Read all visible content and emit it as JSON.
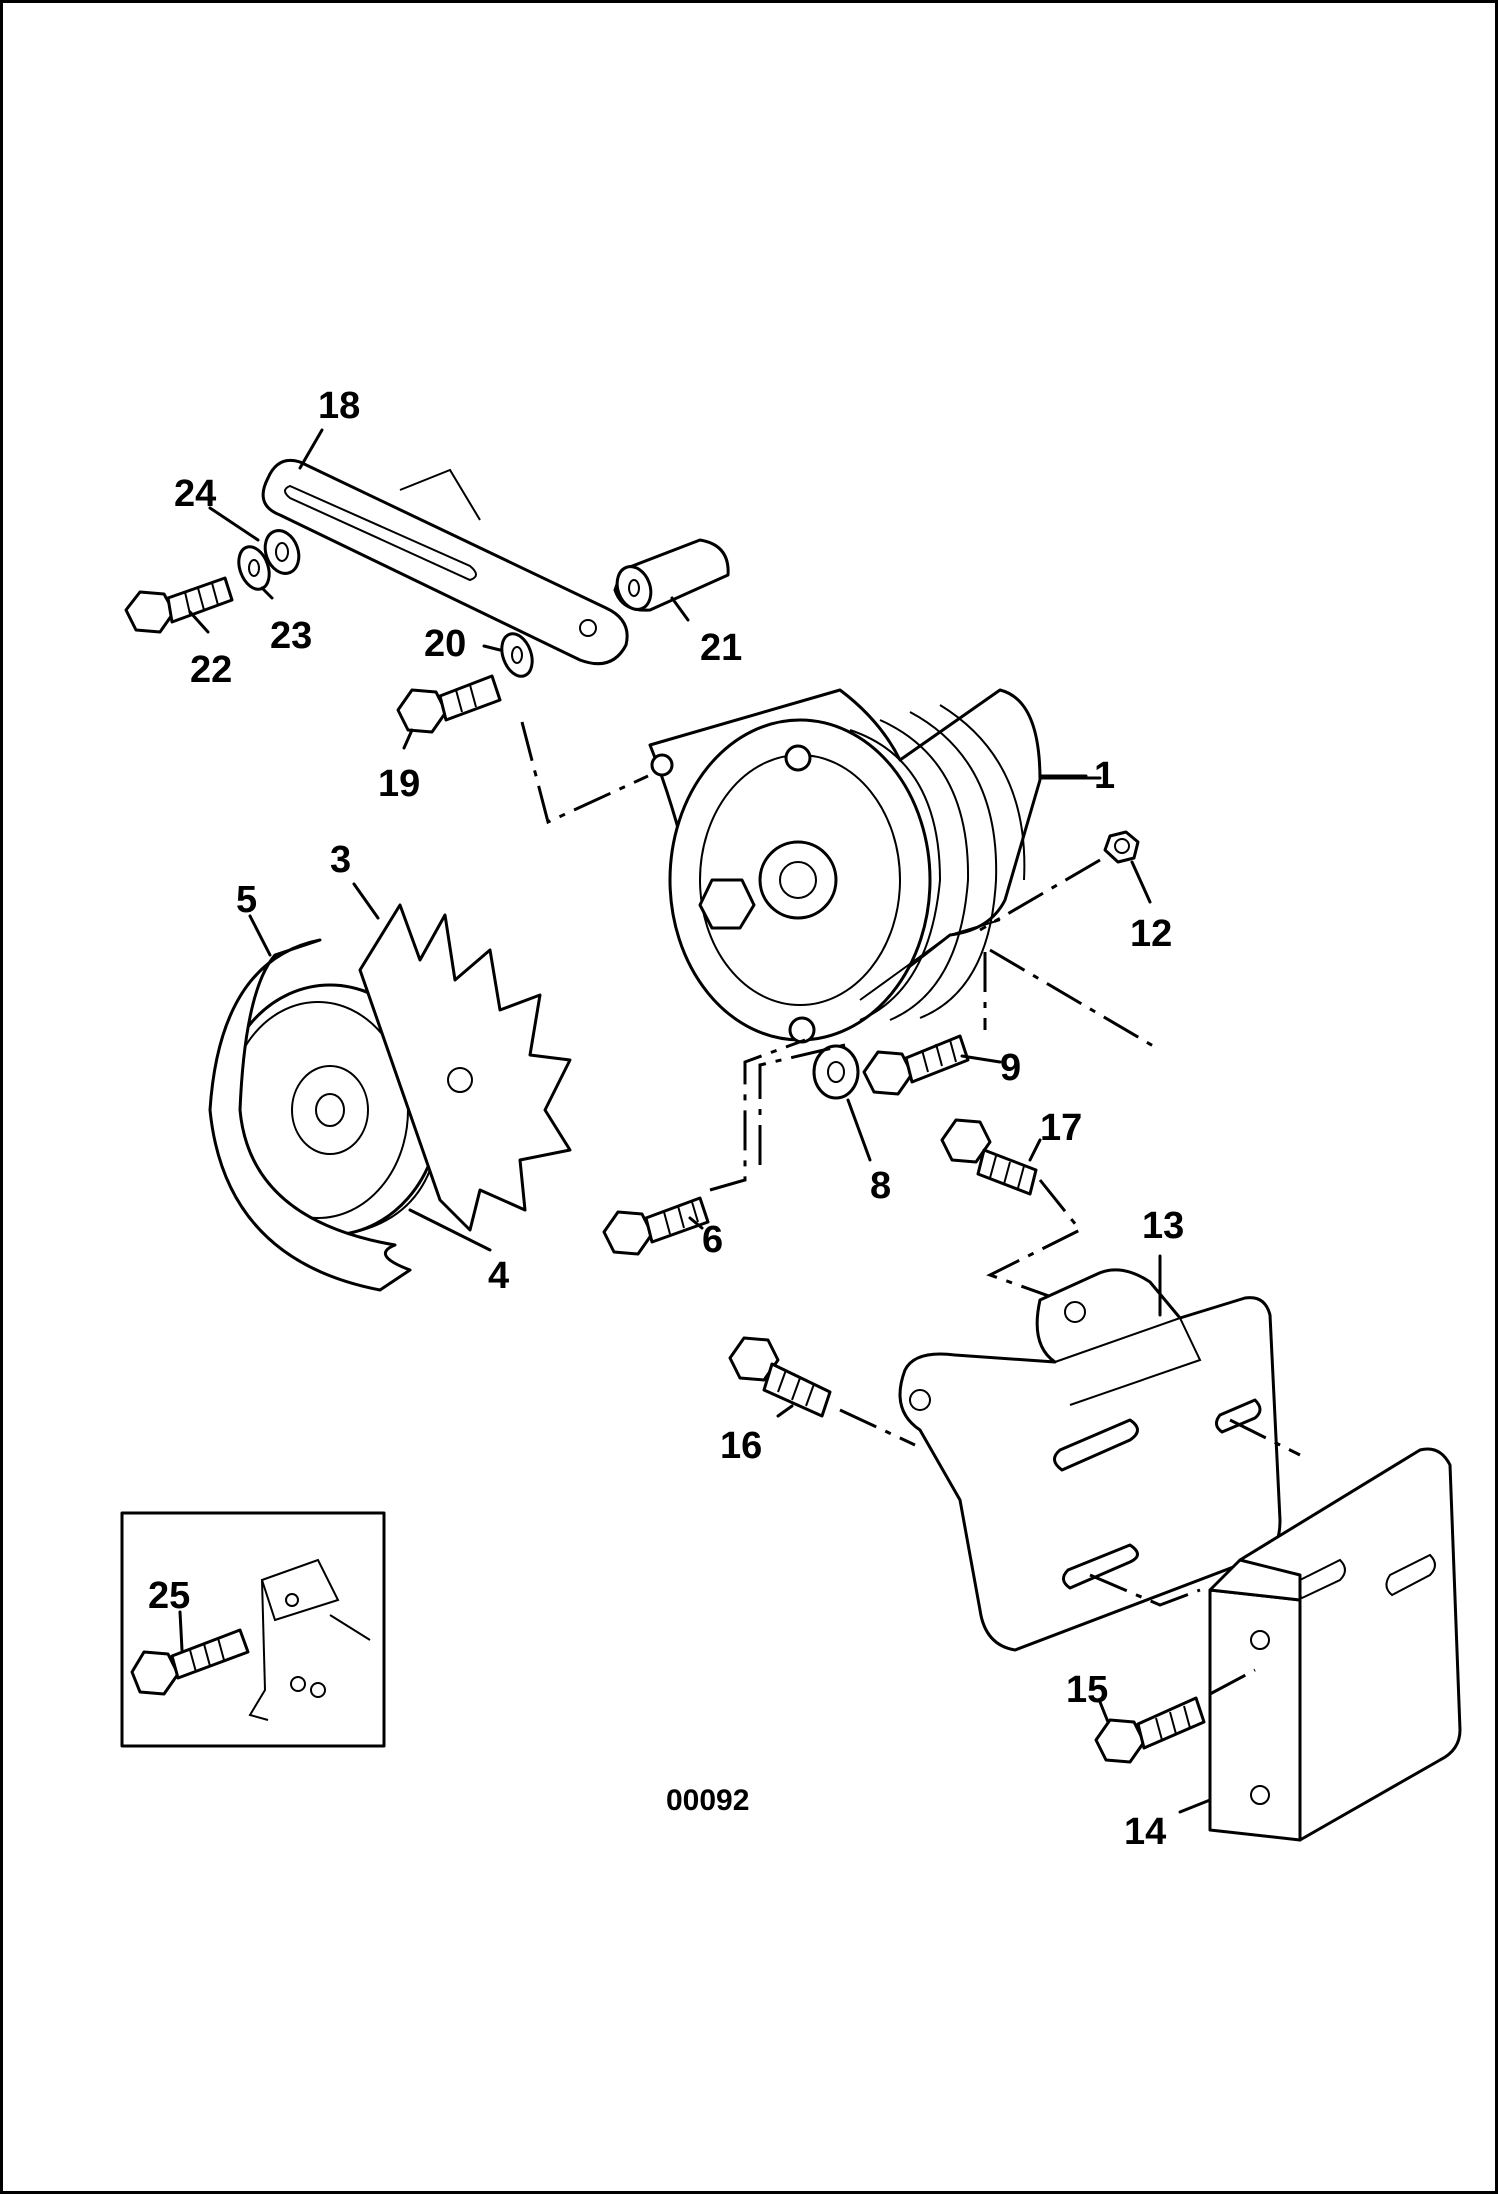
{
  "figure_id": "00092",
  "callouts": {
    "c1": "1",
    "c3": "3",
    "c4": "4",
    "c5": "5",
    "c6": "6",
    "c8": "8",
    "c9": "9",
    "c12": "12",
    "c13": "13",
    "c14": "14",
    "c15": "15",
    "c16": "16",
    "c17": "17",
    "c18": "18",
    "c19": "19",
    "c20": "20",
    "c21": "21",
    "c22": "22",
    "c23": "23",
    "c24": "24",
    "c25": "25"
  },
  "icons": [
    "bolt-icon",
    "washer-icon",
    "nut-icon",
    "bracket-icon",
    "pulley-icon",
    "fan-icon",
    "alternator-icon"
  ]
}
